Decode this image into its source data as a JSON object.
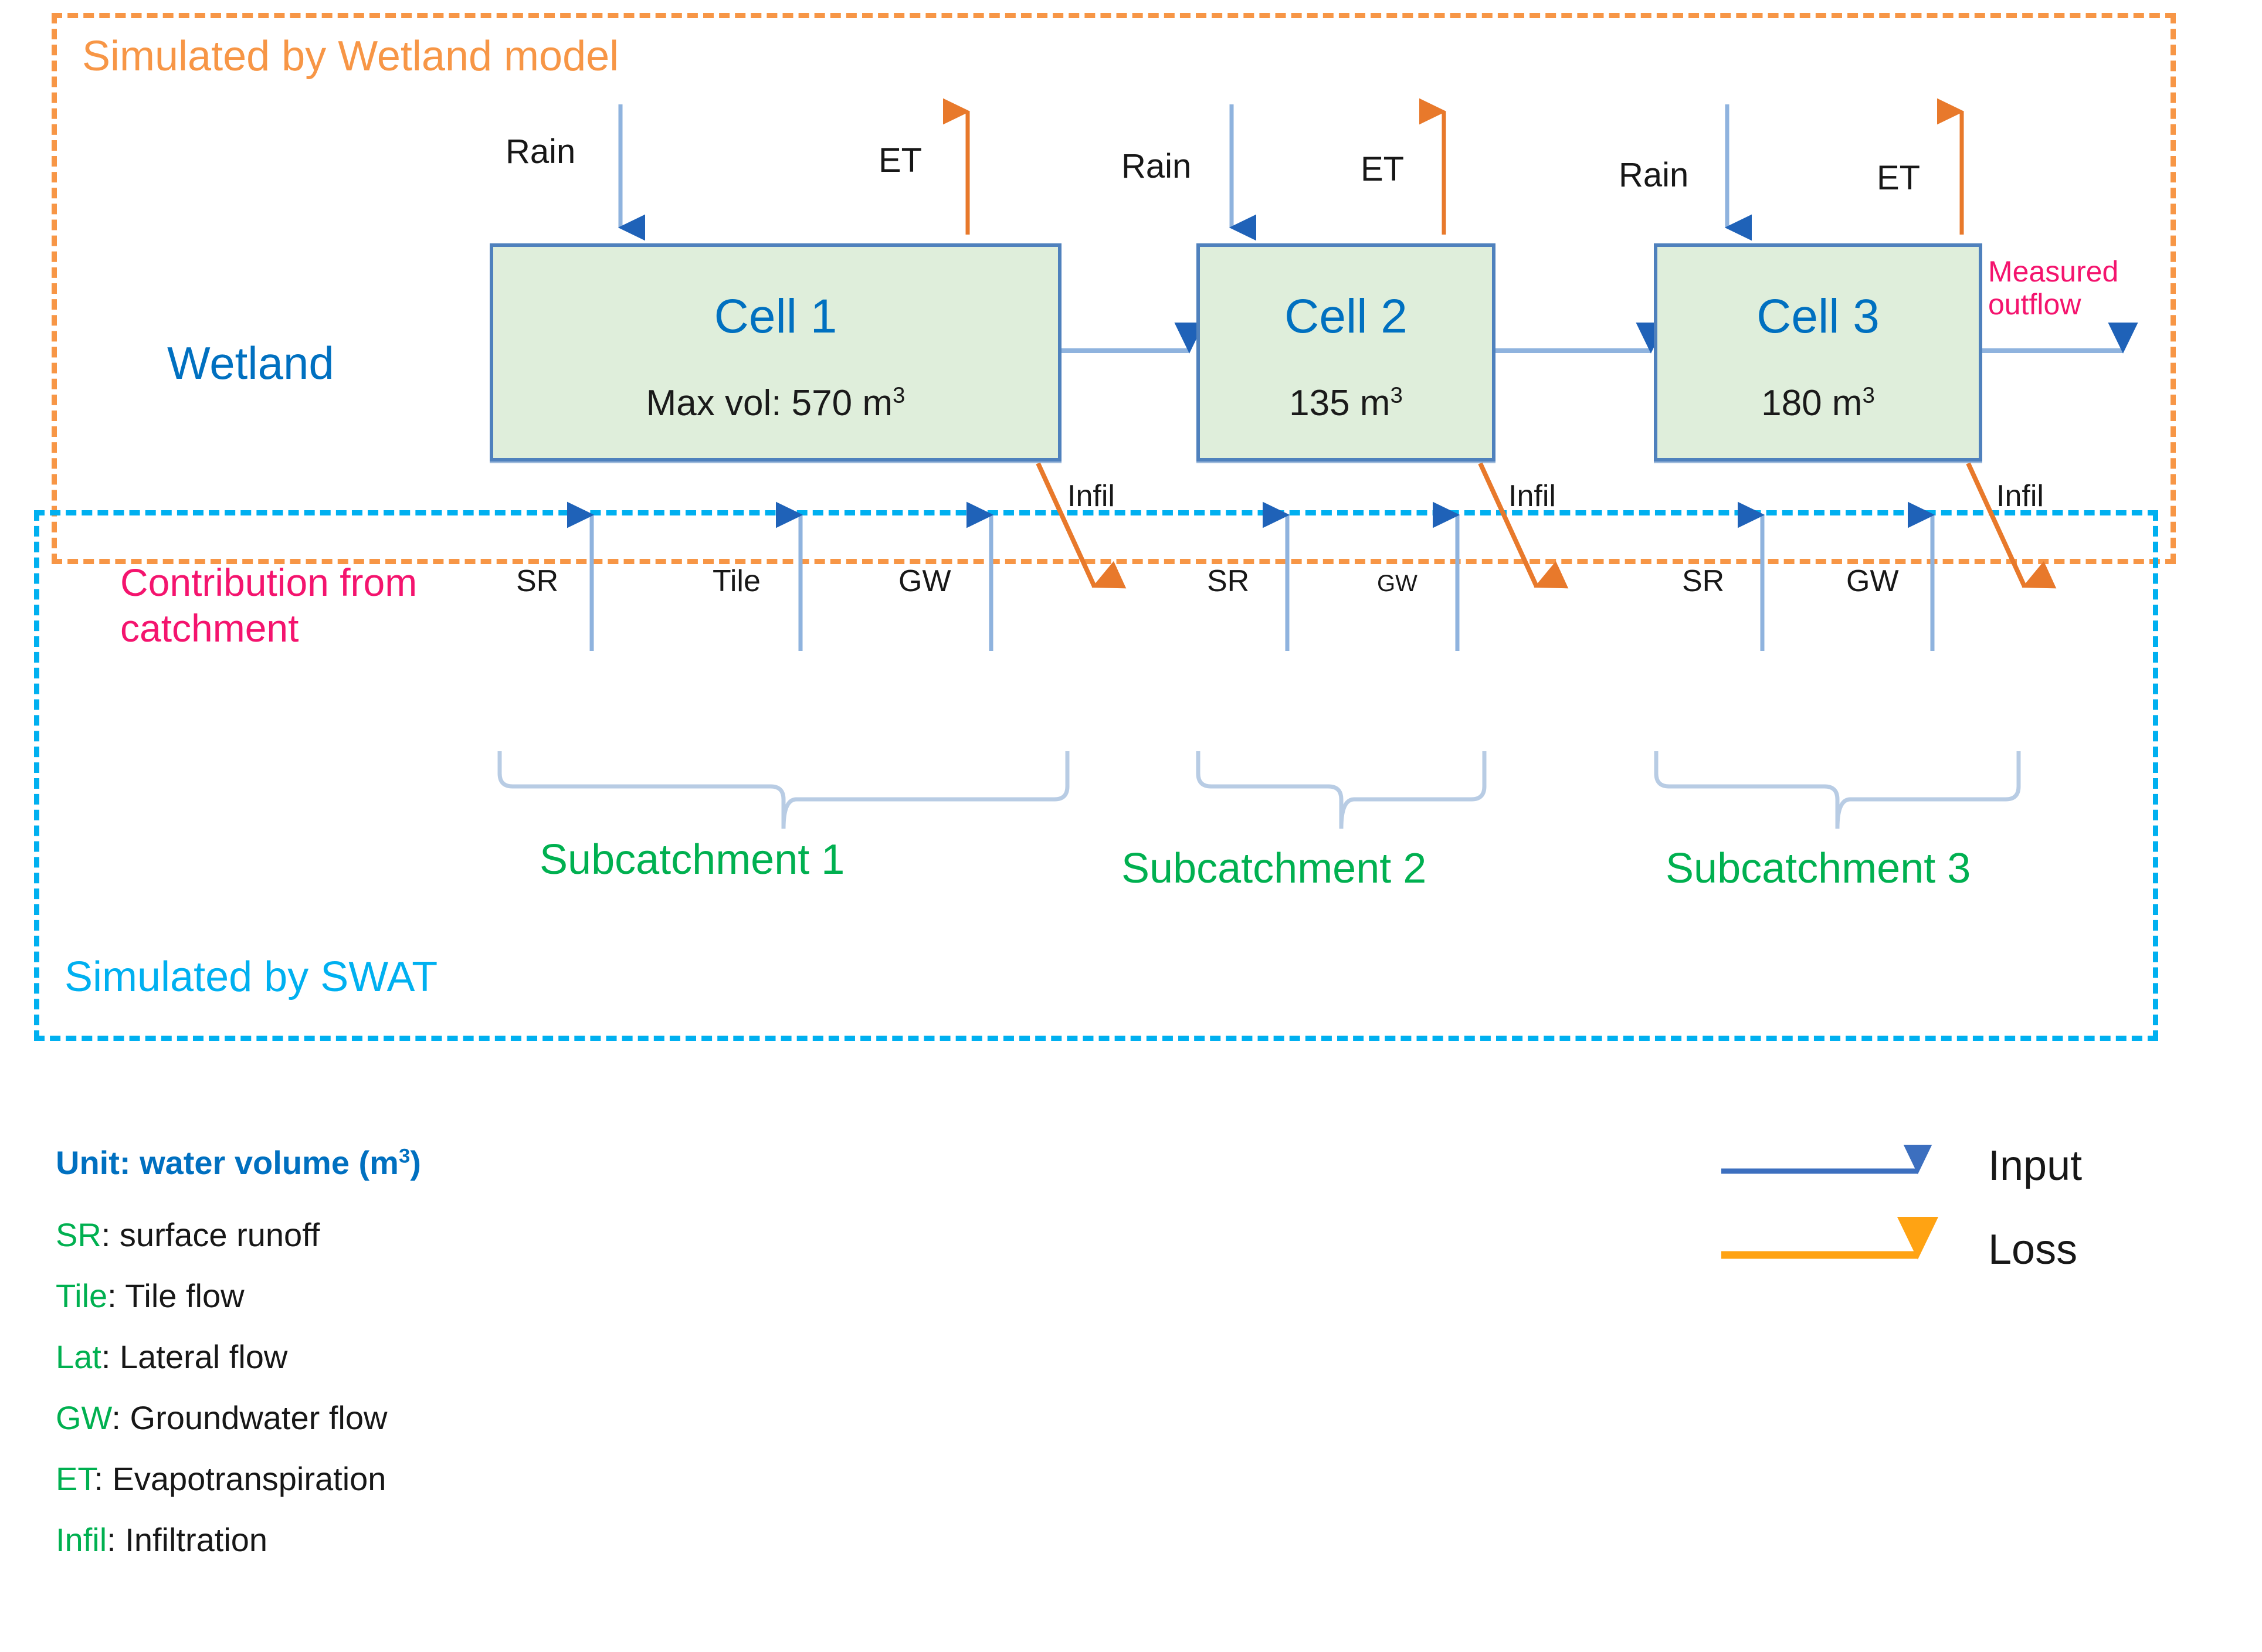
{
  "regions": {
    "wetland_model": {
      "label": "Simulated by Wetland model",
      "color": "#F79646"
    },
    "swat": {
      "label": "Simulated by SWAT",
      "color": "#00B0F0"
    }
  },
  "side_labels": {
    "wetland": "Wetland",
    "contribution": "Contribution from catchment",
    "measured_outflow": "Measured outflow"
  },
  "cells": [
    {
      "title": "Cell 1",
      "volume_text": "Max vol: 570 m",
      "volume_sup": "3",
      "rain": "Rain",
      "et": "ET",
      "infil": "Infil"
    },
    {
      "title": "Cell 2",
      "volume_text": "135 m",
      "volume_sup": "3",
      "rain": "Rain",
      "et": "ET",
      "infil": "Infil"
    },
    {
      "title": "Cell 3",
      "volume_text": "180 m",
      "volume_sup": "3",
      "rain": "Rain",
      "et": "ET",
      "infil": "Infil"
    }
  ],
  "subcatchments": [
    {
      "name": "Subcatchment 1",
      "flows": [
        "SR",
        "Tile",
        "GW"
      ]
    },
    {
      "name": "Subcatchment 2",
      "flows": [
        "SR",
        "GW"
      ]
    },
    {
      "name": "Subcatchment 3",
      "flows": [
        "SR",
        "GW"
      ]
    }
  ],
  "legend": {
    "unit_prefix": "Unit: water volume (m",
    "unit_sup": "3",
    "unit_suffix": ")",
    "items": [
      {
        "abbr": "SR",
        "sep": ": ",
        "desc": "surface runoff"
      },
      {
        "abbr": "Tile",
        "sep": ": ",
        "desc": "Tile flow"
      },
      {
        "abbr": "Lat",
        "sep": ": ",
        "desc": "Lateral flow"
      },
      {
        "abbr": "GW",
        "sep": ": ",
        "desc": "Groundwater flow"
      },
      {
        "abbr": "ET",
        "sep": ": ",
        "desc": "Evapotranspiration"
      },
      {
        "abbr": "Infil",
        "sep": ": ",
        "desc": "Infiltration"
      }
    ],
    "arrows": [
      {
        "label": "Input",
        "color": "#3C6FBF"
      },
      {
        "label": "Loss",
        "color": "#FFA313"
      }
    ]
  },
  "colors": {
    "cell_fill": "#DFEEDB",
    "cell_border": "#4F81BD",
    "input_arrow": "#4F81BD",
    "loss_arrow": "#E8792B",
    "orange_dash": "#F79646",
    "cyan_dash": "#00B0F0",
    "green_text": "#00B050",
    "blue_text": "#0070C0",
    "pink_text": "#F4146E",
    "brace": "#B8CCE4"
  }
}
